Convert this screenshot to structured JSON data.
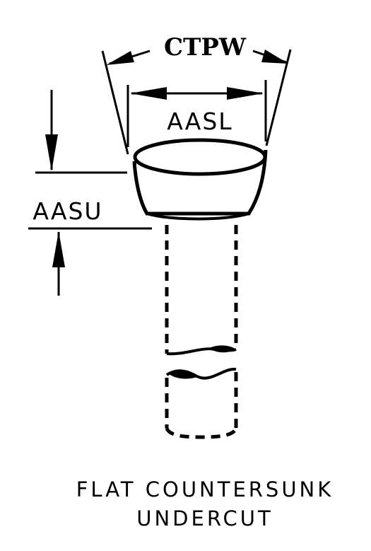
{
  "diagram": {
    "dimension_labels": {
      "top_width": "CTPW",
      "head_upper_width": "AASL",
      "head_height": "AASU"
    },
    "caption": {
      "line1": "FLAT COUNTERSUNK",
      "line2": "UNDERCUT"
    }
  },
  "colors": {
    "ink": "#000000",
    "paper": "#ffffff"
  }
}
